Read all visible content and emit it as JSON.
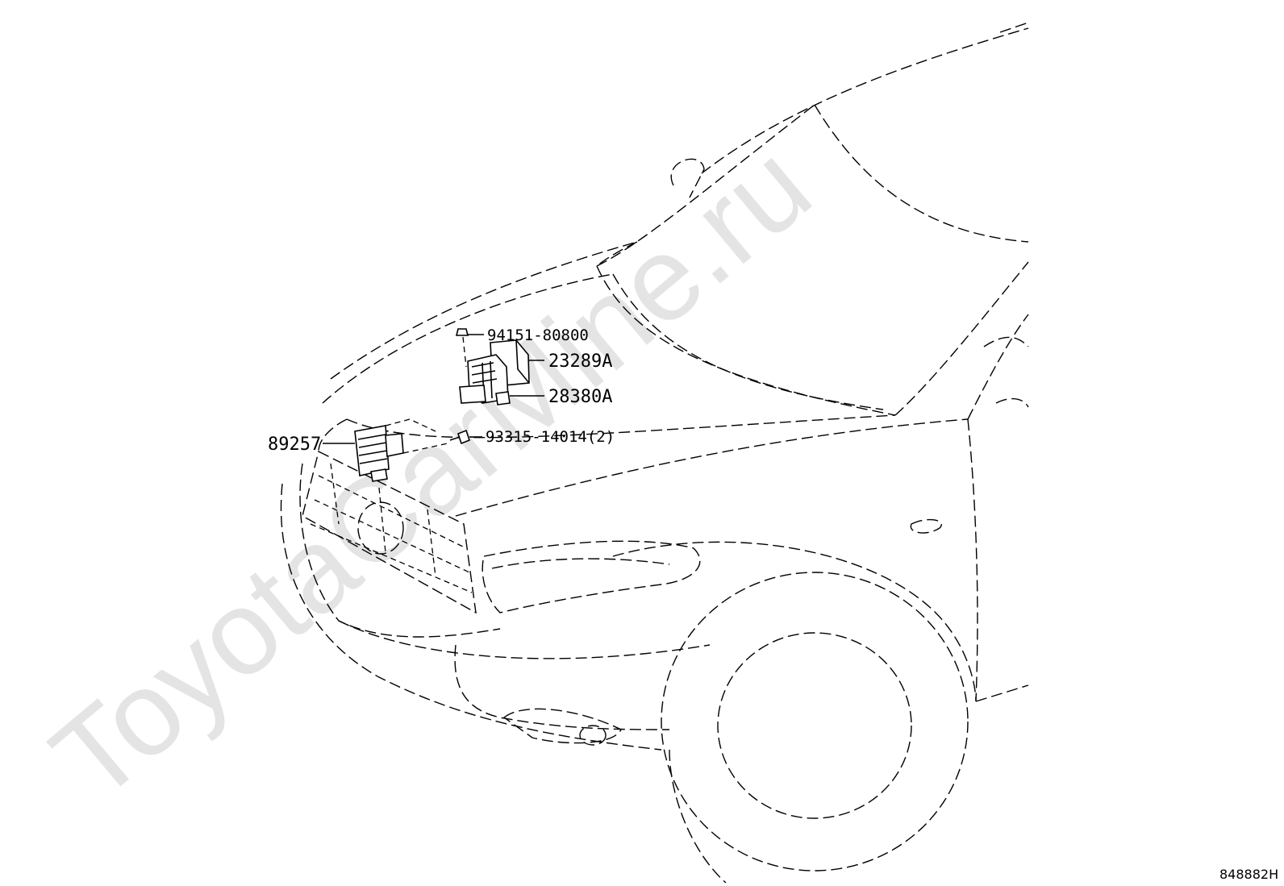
{
  "watermark": "ToyotaCarMine.ru",
  "drawing_number": "848882H",
  "callouts": [
    {
      "id": "nut",
      "part_number": "94151-80800"
    },
    {
      "id": "cover",
      "part_number": "23289A"
    },
    {
      "id": "bracket",
      "part_number": "28380A"
    },
    {
      "id": "control-unit",
      "part_number": "89257"
    },
    {
      "id": "bolt",
      "part_number": "93315-14014(2)"
    }
  ],
  "colors": {
    "line": "#000000",
    "watermark": "#e4e4e4",
    "background": "#ffffff"
  }
}
